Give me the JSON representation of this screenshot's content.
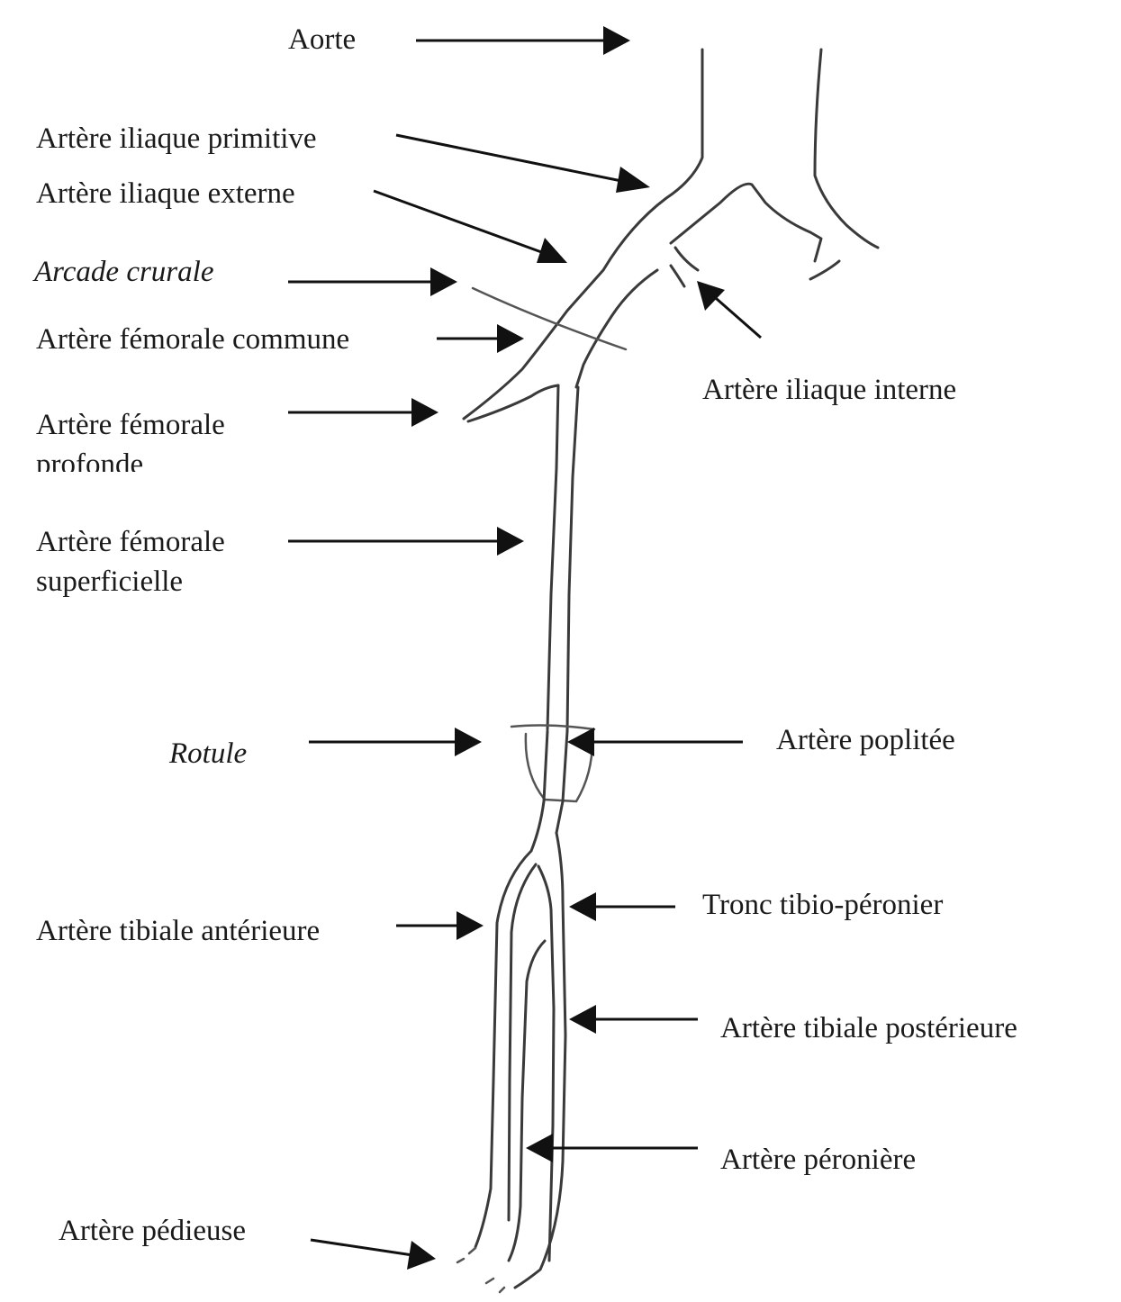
{
  "labels": {
    "aorte": "Aorte",
    "iliaque_primitive": "Artère iliaque primitive",
    "iliaque_externe": "Artère iliaque externe",
    "arcade_crurale": "Arcade crurale",
    "femorale_commune": "Artère fémorale commune",
    "iliaque_interne": "Artère iliaque interne",
    "femorale_profonde_1": "Artère fémorale",
    "femorale_profonde_2": "profonde",
    "femorale_superficielle_1": "Artère fémorale",
    "femorale_superficielle_2": "superficielle",
    "rotule": "Rotule",
    "poplitee": "Artère poplitée",
    "tronc_tibio_peronier": "Tronc tibio-péronier",
    "tibiale_anterieure": "Artère tibiale antérieure",
    "tibiale_posterieure": "Artère tibiale postérieure",
    "peroniere": "Artère péronière",
    "pedieuse": "Artère pédieuse"
  },
  "colors": {
    "vessel": "#3a3a3a",
    "arrow": "#111111",
    "text": "#1a1a1a"
  }
}
